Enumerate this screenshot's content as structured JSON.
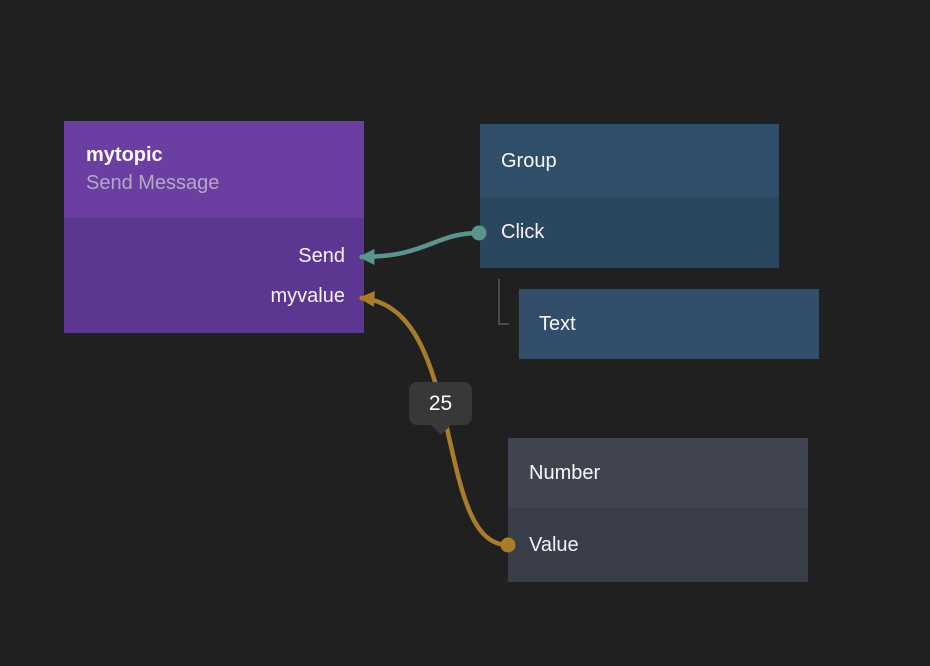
{
  "canvas": {
    "background_color": "#202021"
  },
  "nodes": {
    "mytopic": {
      "title": "mytopic",
      "subtitle": "Send Message",
      "header_color": "#6B3FA2",
      "body_color": "#5C3792",
      "ports": [
        {
          "label": "Send",
          "direction": "input"
        },
        {
          "label": "myvalue",
          "direction": "input"
        }
      ]
    },
    "group": {
      "title": "Group",
      "header_color": "#2F4E6A",
      "body_color": "#2B465F",
      "ports": [
        {
          "label": "Click",
          "direction": "output"
        }
      ]
    },
    "text": {
      "title": "Text",
      "color": "#324E6A"
    },
    "number": {
      "title": "Number",
      "header_color": "#3F4450",
      "body_color": "#3A3E48",
      "ports": [
        {
          "label": "Value",
          "direction": "output"
        }
      ]
    }
  },
  "wires": [
    {
      "name": "group-click-to-mytopic-send",
      "color": "#5B948D"
    },
    {
      "name": "number-value-to-mytopic-myvalue",
      "color": "#A87C2B",
      "value_badge": "25"
    }
  ],
  "tree_link": {
    "color": "#4B4B4B"
  },
  "tooltip": {
    "text": "25"
  }
}
